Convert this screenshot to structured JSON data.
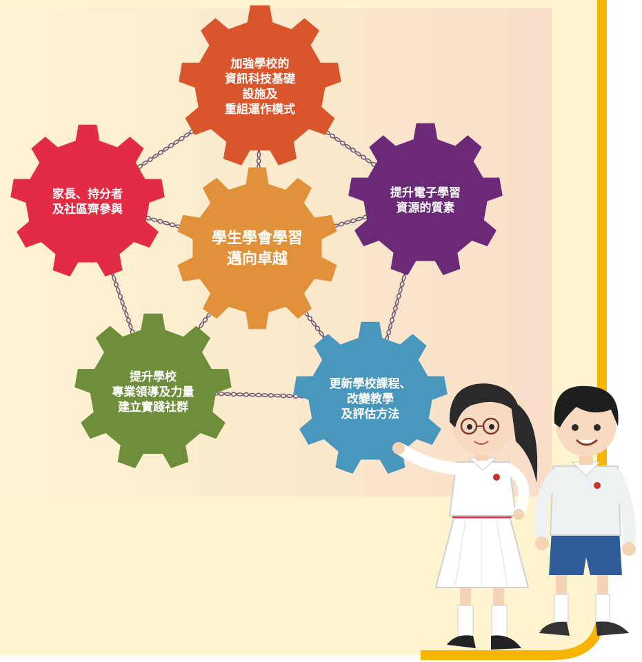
{
  "diagram": {
    "center_gear": {
      "lines": [
        "學生學會學習",
        "邁向卓越"
      ],
      "color": "#E0913A"
    },
    "outer_gears": [
      {
        "id": "infrastructure",
        "lines": [
          "加強學校的",
          "資訊科技基礎",
          "設施及",
          "重組運作模式"
        ],
        "color": "#D9552B"
      },
      {
        "id": "resources",
        "lines": [
          "提升電子學習",
          "資源的質素"
        ],
        "color": "#6B2A78"
      },
      {
        "id": "curriculum",
        "lines": [
          "更新學校課程、",
          "改變教學",
          "及評估方法"
        ],
        "color": "#4A97BD"
      },
      {
        "id": "leadership",
        "lines": [
          "提升學校",
          "專業領導及力量",
          "建立實踐社群"
        ],
        "color": "#6F8E3C"
      },
      {
        "id": "community",
        "lines": [
          "家長、持分者",
          "及社區齊參與"
        ],
        "color": "#E22C43"
      }
    ]
  },
  "colors": {
    "background": "#FEF5D0",
    "border": "#F7B500",
    "chain": "#6B5A78"
  },
  "illustration": {
    "characters": [
      "girl-student",
      "boy-student"
    ]
  }
}
